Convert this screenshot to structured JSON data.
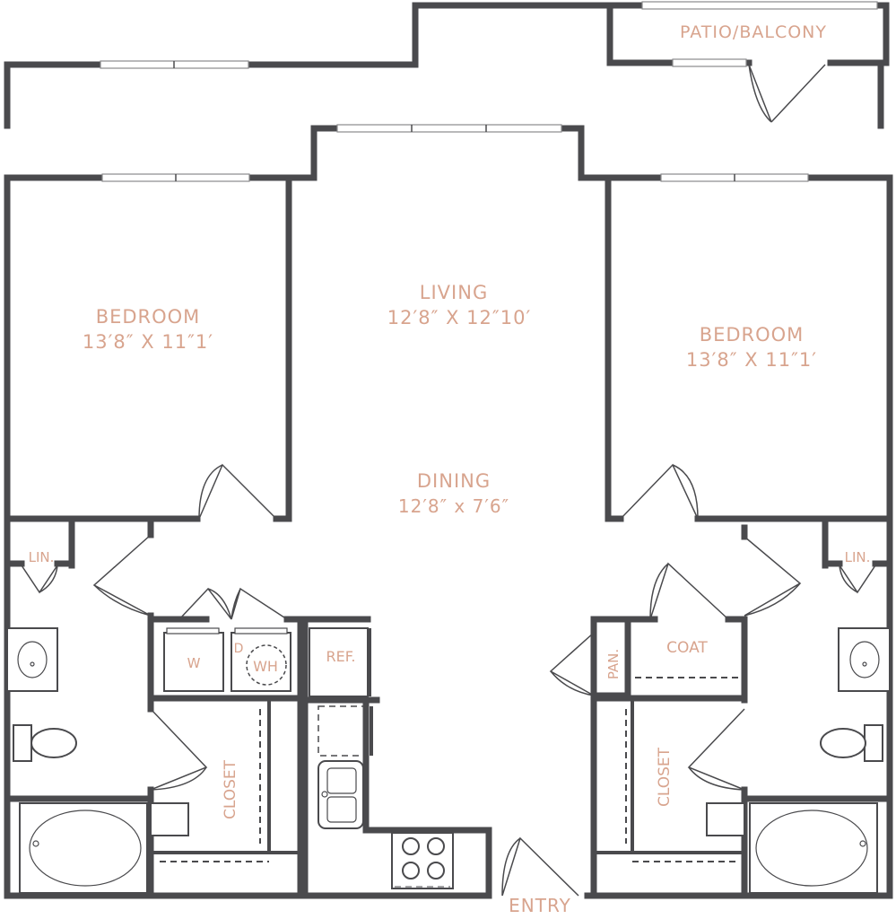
{
  "rooms": {
    "patio": "PATIO/BALCONY",
    "living_name": "LIVING",
    "living_dim": "12′8″ X 12″10′",
    "dining_name": "DINING",
    "dining_dim": "12′8″ x 7′6″",
    "bed_left_name": "BEDROOM",
    "bed_left_dim": "13′8″ X 11″1′",
    "bed_right_name": "BEDROOM",
    "bed_right_dim": "13′8″ X 11″1′"
  },
  "labels": {
    "lin_left": "LIN.",
    "lin_right": "LIN.",
    "washer": "W",
    "dryer": "D",
    "water_heater": "WH",
    "fridge": "REF.",
    "pantry": "PAN.",
    "coat": "COAT",
    "closet_left": "CLOSET",
    "closet_right": "CLOSET",
    "entry": "ENTRY"
  },
  "colors": {
    "wall": "#4a4a4d",
    "label": "#d8a48e"
  }
}
